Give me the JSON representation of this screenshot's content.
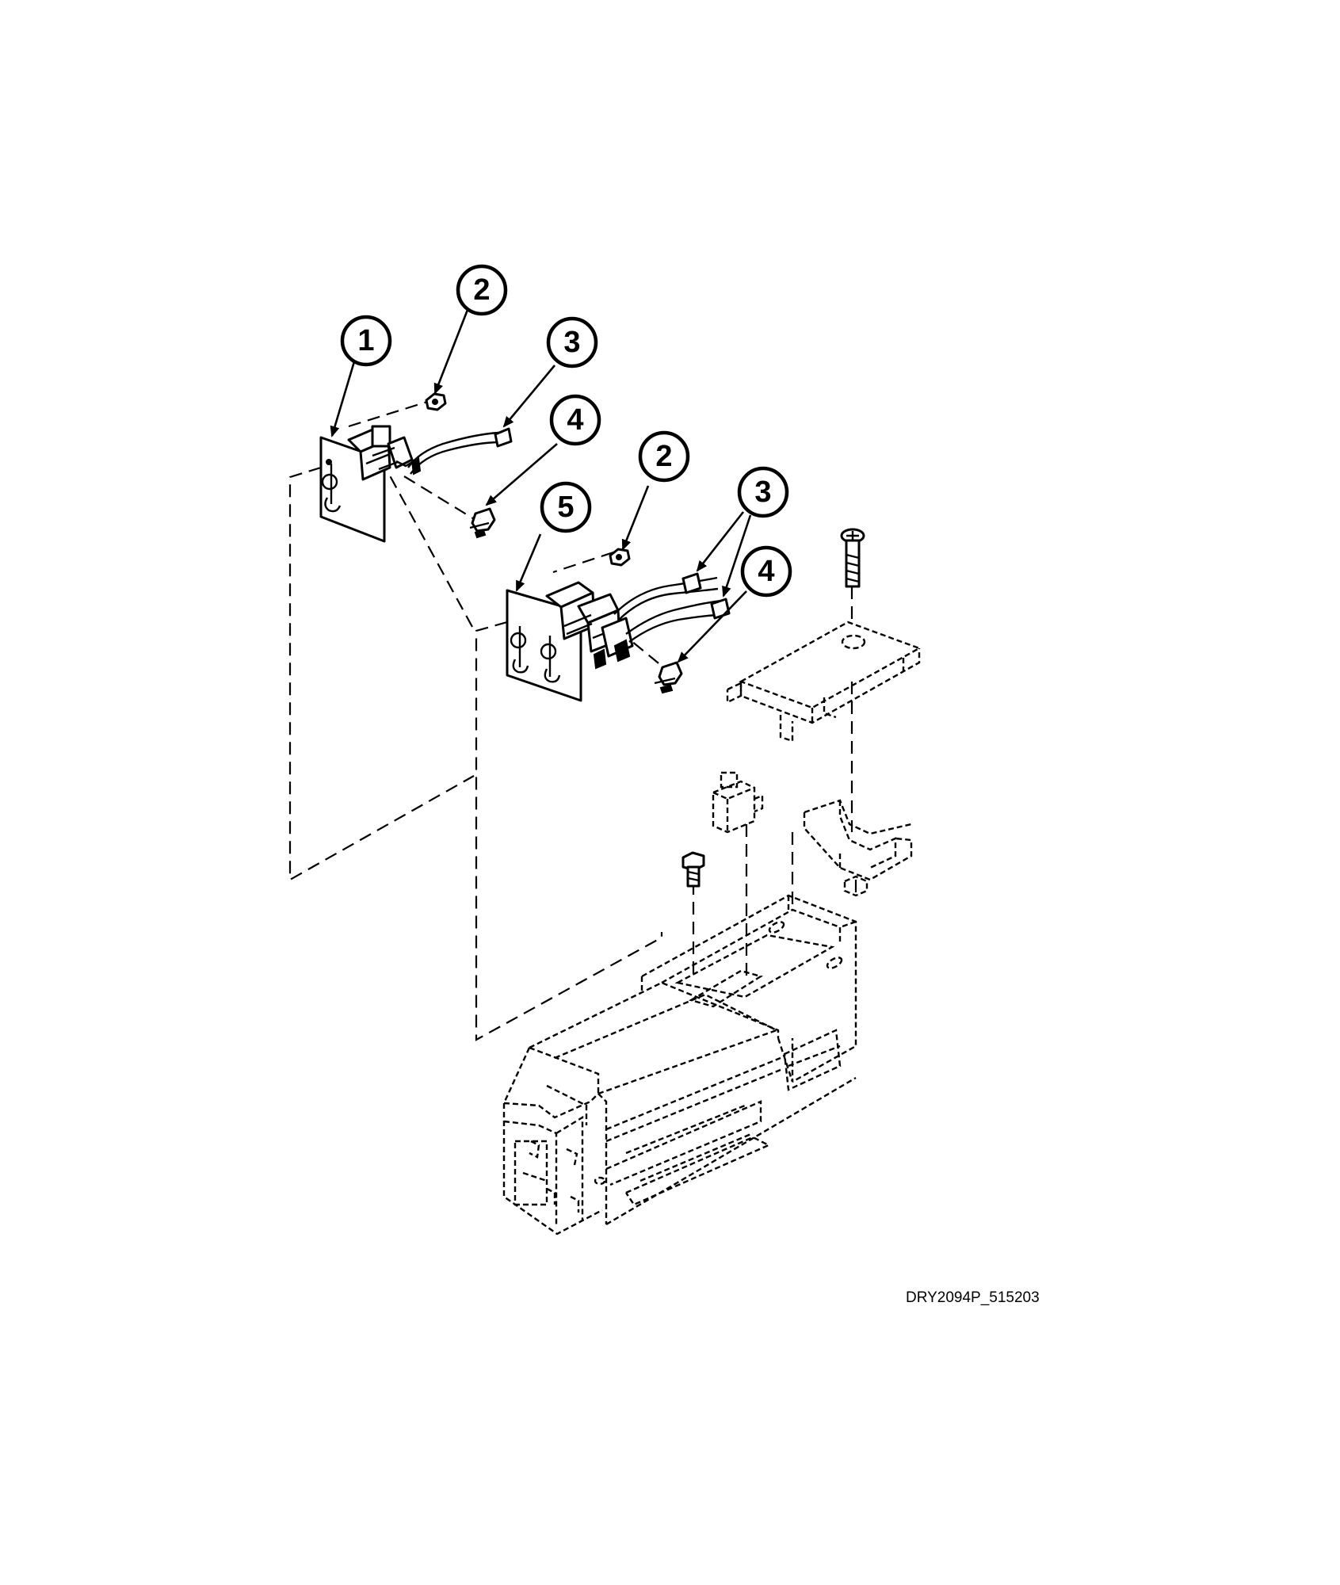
{
  "figure_id": "DRY2094P_515203",
  "callouts": [
    {
      "label": "1"
    },
    {
      "label": "2"
    },
    {
      "label": "3"
    },
    {
      "label": "4"
    },
    {
      "label": "2"
    },
    {
      "label": "5"
    },
    {
      "label": "3"
    },
    {
      "label": "4"
    }
  ],
  "colors": {
    "ink": "#000000",
    "background": "#ffffff"
  }
}
